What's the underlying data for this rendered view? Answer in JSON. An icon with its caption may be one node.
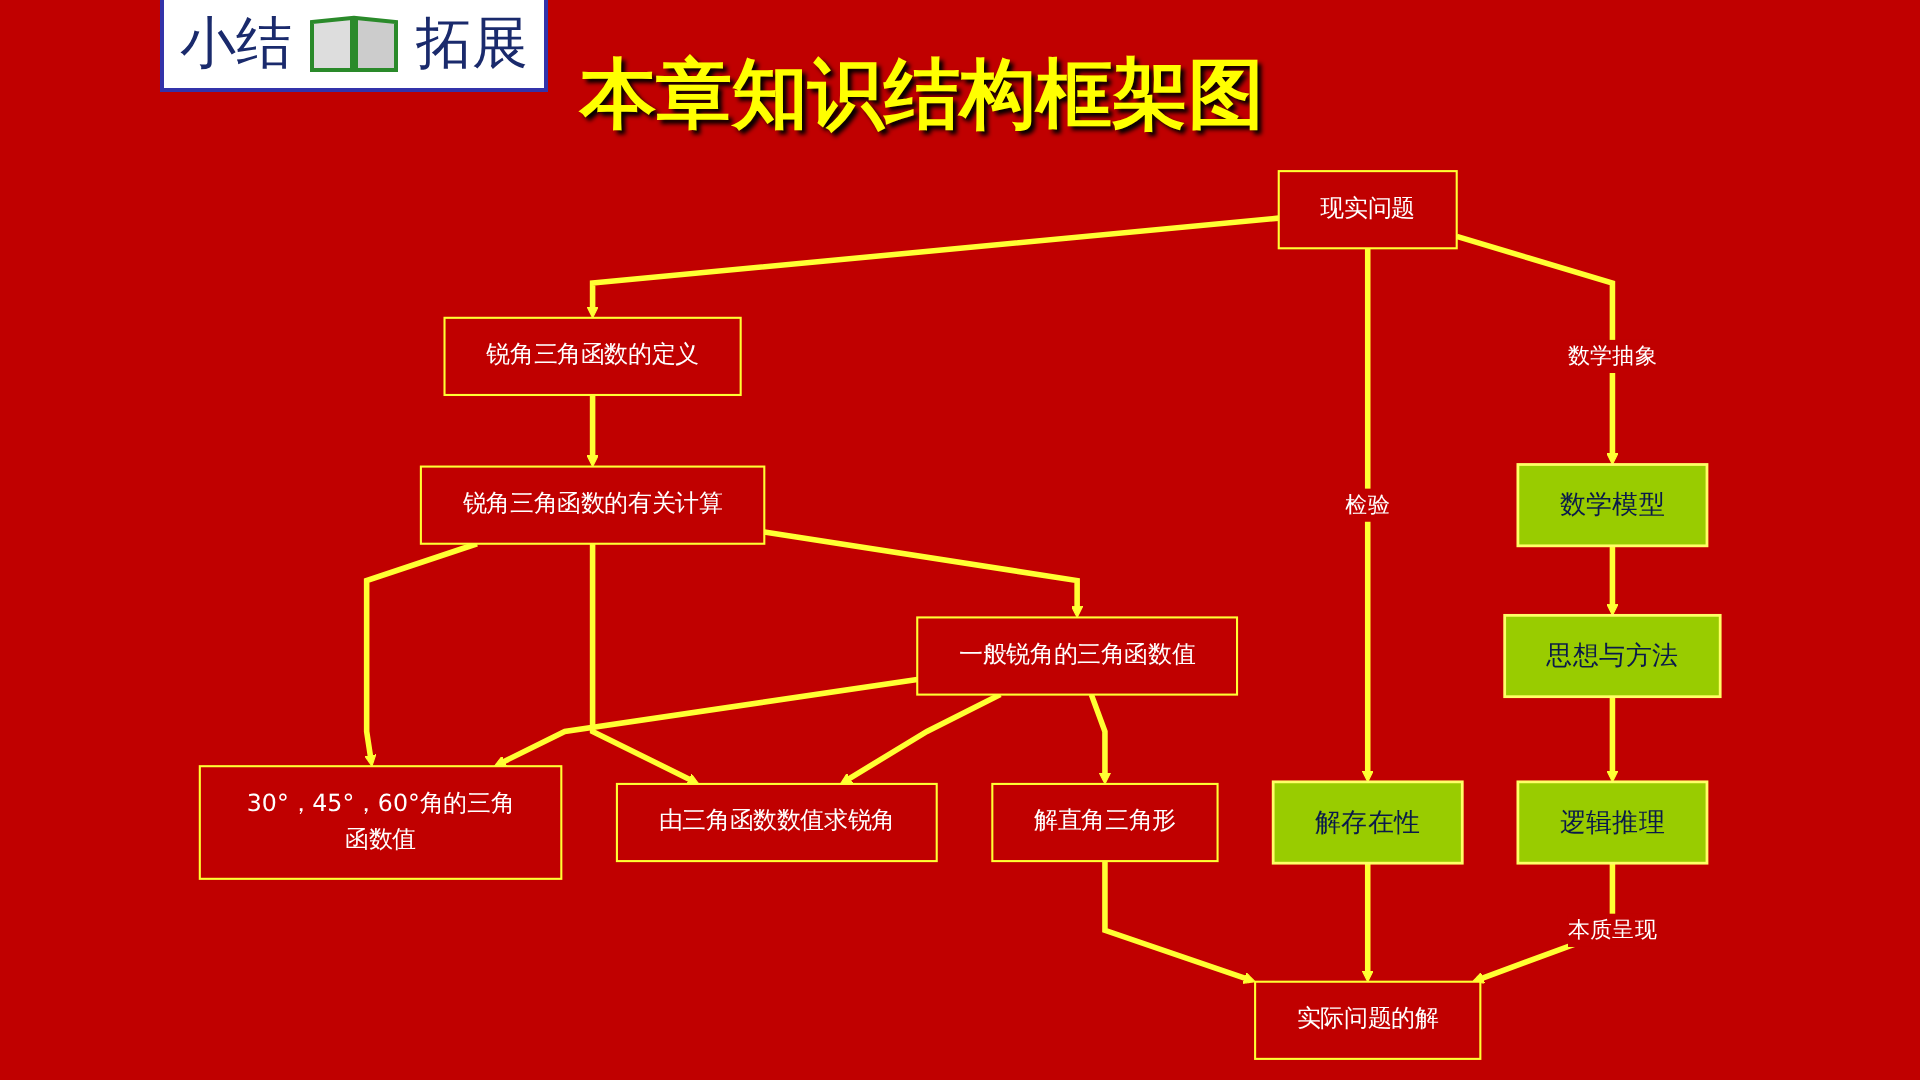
{
  "diagram": {
    "title": "本章知识结构框架图",
    "nodes": [
      {
        "text": [
          "现实问题"
        ]
      },
      {
        "text": [
          "锐角三角函数的定义"
        ]
      },
      {
        "text": [
          "锐角三角函数的有关计算"
        ]
      },
      {
        "text": [
          "30°，45°，60°角的三角函数值"
        ]
      },
      {
        "text": [
          "一般锐角的三角函数值"
        ]
      },
      {
        "text": [
          "由三角函数数值求锐角"
        ]
      },
      {
        "text": [
          "解直角三角形"
        ]
      },
      {
        "text": [
          "实际问题的解"
        ]
      },
      {
        "text": [
          "数学模型"
        ]
      },
      {
        "text": [
          "思想与方法"
        ]
      },
      {
        "text": [
          "逻辑推理"
        ]
      },
      {
        "text": [
          "解存在性"
        ]
      }
    ],
    "edges": [
      {
        "from": 0,
        "to": 8,
        "arrow": "to",
        "label": "数学抽象"
      },
      {
        "from": 0,
        "to": 11,
        "arrow": "to",
        "label": "检验"
      },
      {
        "from": 0,
        "to": 1,
        "arrow": "to"
      },
      {
        "from": 1,
        "to": 2,
        "arrow": "to"
      },
      {
        "from": 2,
        "to": 3,
        "arrow": "to"
      },
      {
        "from": 2,
        "to": 4,
        "arrow": "to"
      },
      {
        "from": 2,
        "to": 5,
        "arrow": "to"
      },
      {
        "from": 4,
        "to": 3,
        "arrow": "to"
      },
      {
        "from": 4,
        "to": 5,
        "arrow": "to"
      },
      {
        "from": 4,
        "to": 6,
        "arrow": "to"
      },
      {
        "from": 6,
        "to": 7,
        "arrow": "to"
      },
      {
        "from": 11,
        "to": 7,
        "arrow": "to"
      },
      {
        "from": 8,
        "to": 9,
        "arrow": "to"
      },
      {
        "from": 9,
        "to": 10,
        "arrow": "to"
      },
      {
        "from": 10,
        "to": 7,
        "arrow": "to",
        "label": "本质呈现"
      }
    ],
    "labels": [
      "小结",
      "拓展"
    ]
  }
}
